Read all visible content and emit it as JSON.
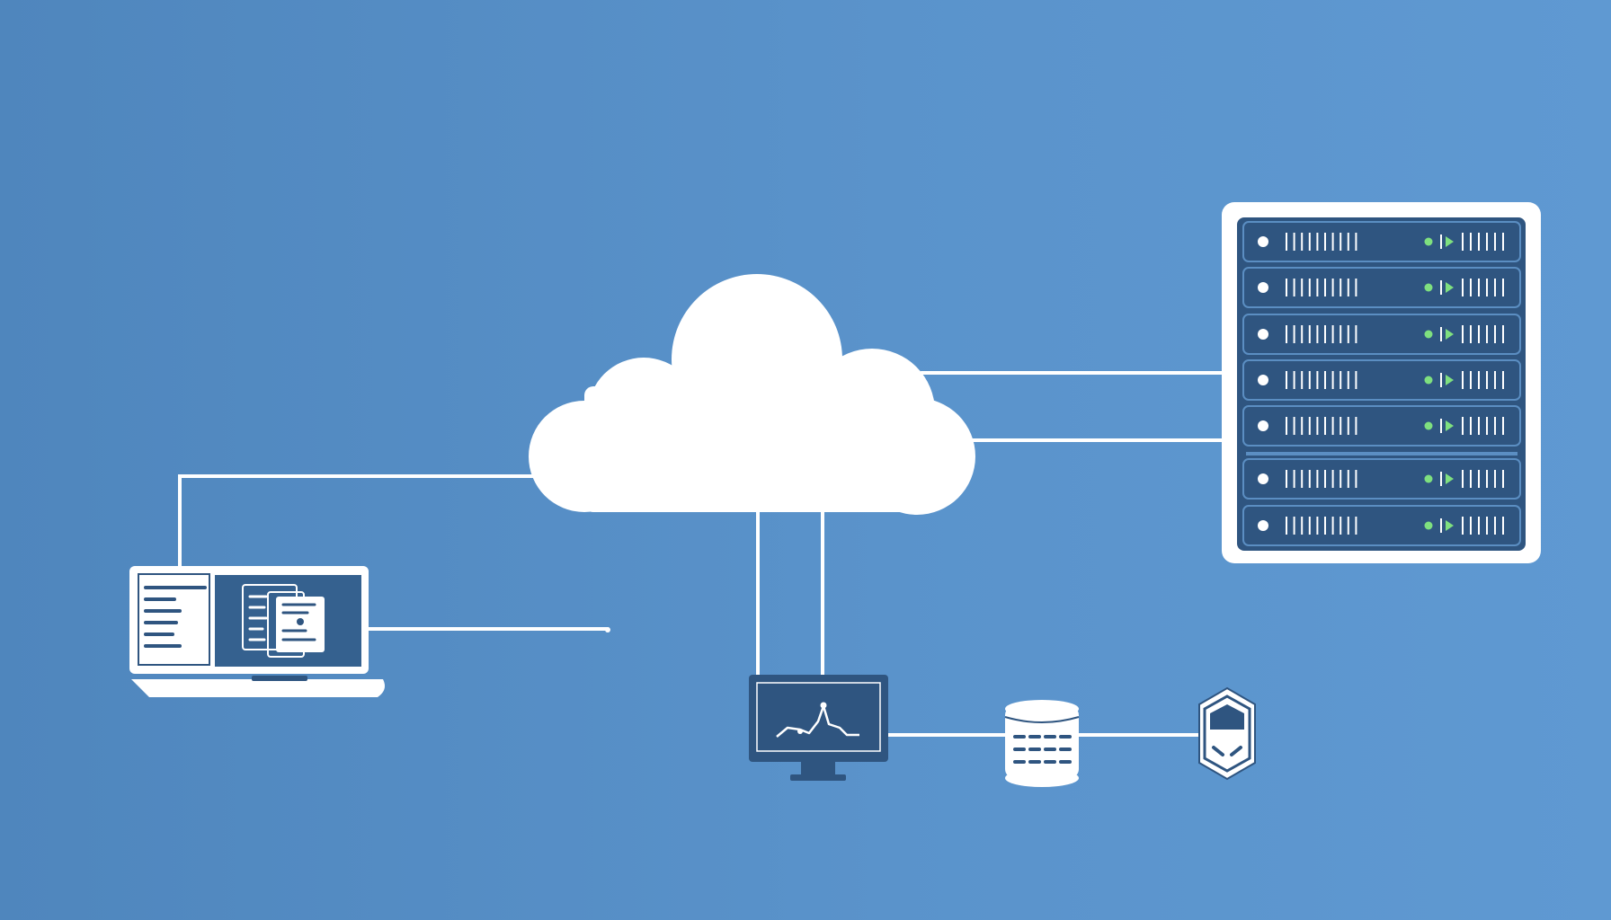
{
  "diagram": {
    "colors": {
      "background": "#5590c8",
      "line": "#ffffff",
      "navy": "#2f5580",
      "status_led": "#7fe07f"
    },
    "nodes": [
      {
        "id": "cloud",
        "icon": "cloud-icon"
      },
      {
        "id": "server-rack",
        "icon": "server-rack-icon",
        "unit_count": 7
      },
      {
        "id": "laptop",
        "icon": "laptop-documents-icon"
      },
      {
        "id": "monitor",
        "icon": "monitor-chart-icon"
      },
      {
        "id": "database",
        "icon": "database-icon"
      },
      {
        "id": "security-node",
        "icon": "hexagon-shield-icon"
      }
    ],
    "connections": [
      {
        "from": "cloud",
        "to": "server-rack"
      },
      {
        "from": "cloud",
        "to": "server-rack"
      },
      {
        "from": "cloud",
        "to": "laptop"
      },
      {
        "from": "cloud",
        "to": "monitor"
      },
      {
        "from": "cloud",
        "to": "monitor"
      },
      {
        "from": "laptop",
        "to": "open-end"
      },
      {
        "from": "monitor",
        "to": "database"
      },
      {
        "from": "database",
        "to": "security-node"
      }
    ]
  }
}
